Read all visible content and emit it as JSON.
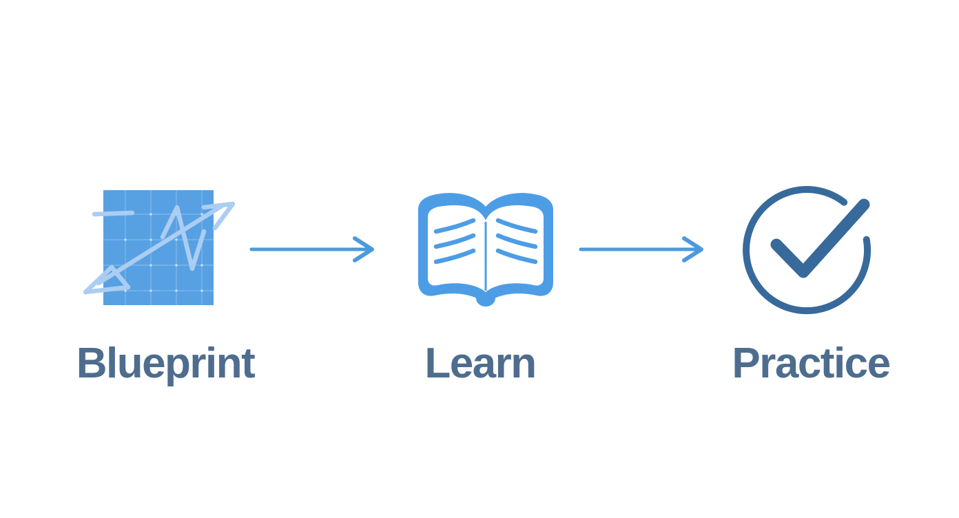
{
  "diagram": {
    "steps": [
      {
        "label": "Blueprint",
        "icon": "blueprint-chart-icon"
      },
      {
        "label": "Learn",
        "icon": "open-book-icon"
      },
      {
        "label": "Practice",
        "icon": "check-circle-icon"
      }
    ],
    "connector": "arrow-right",
    "colors": {
      "blueprint_square": "#57a1e3",
      "blueprint_sketch": "#abcdf2",
      "book_blue": "#4d9de6",
      "arrow_blue": "#4c9ade",
      "check_blue": "#38699b",
      "label_text": "#4e6d8e",
      "background": "#ffffff"
    }
  }
}
